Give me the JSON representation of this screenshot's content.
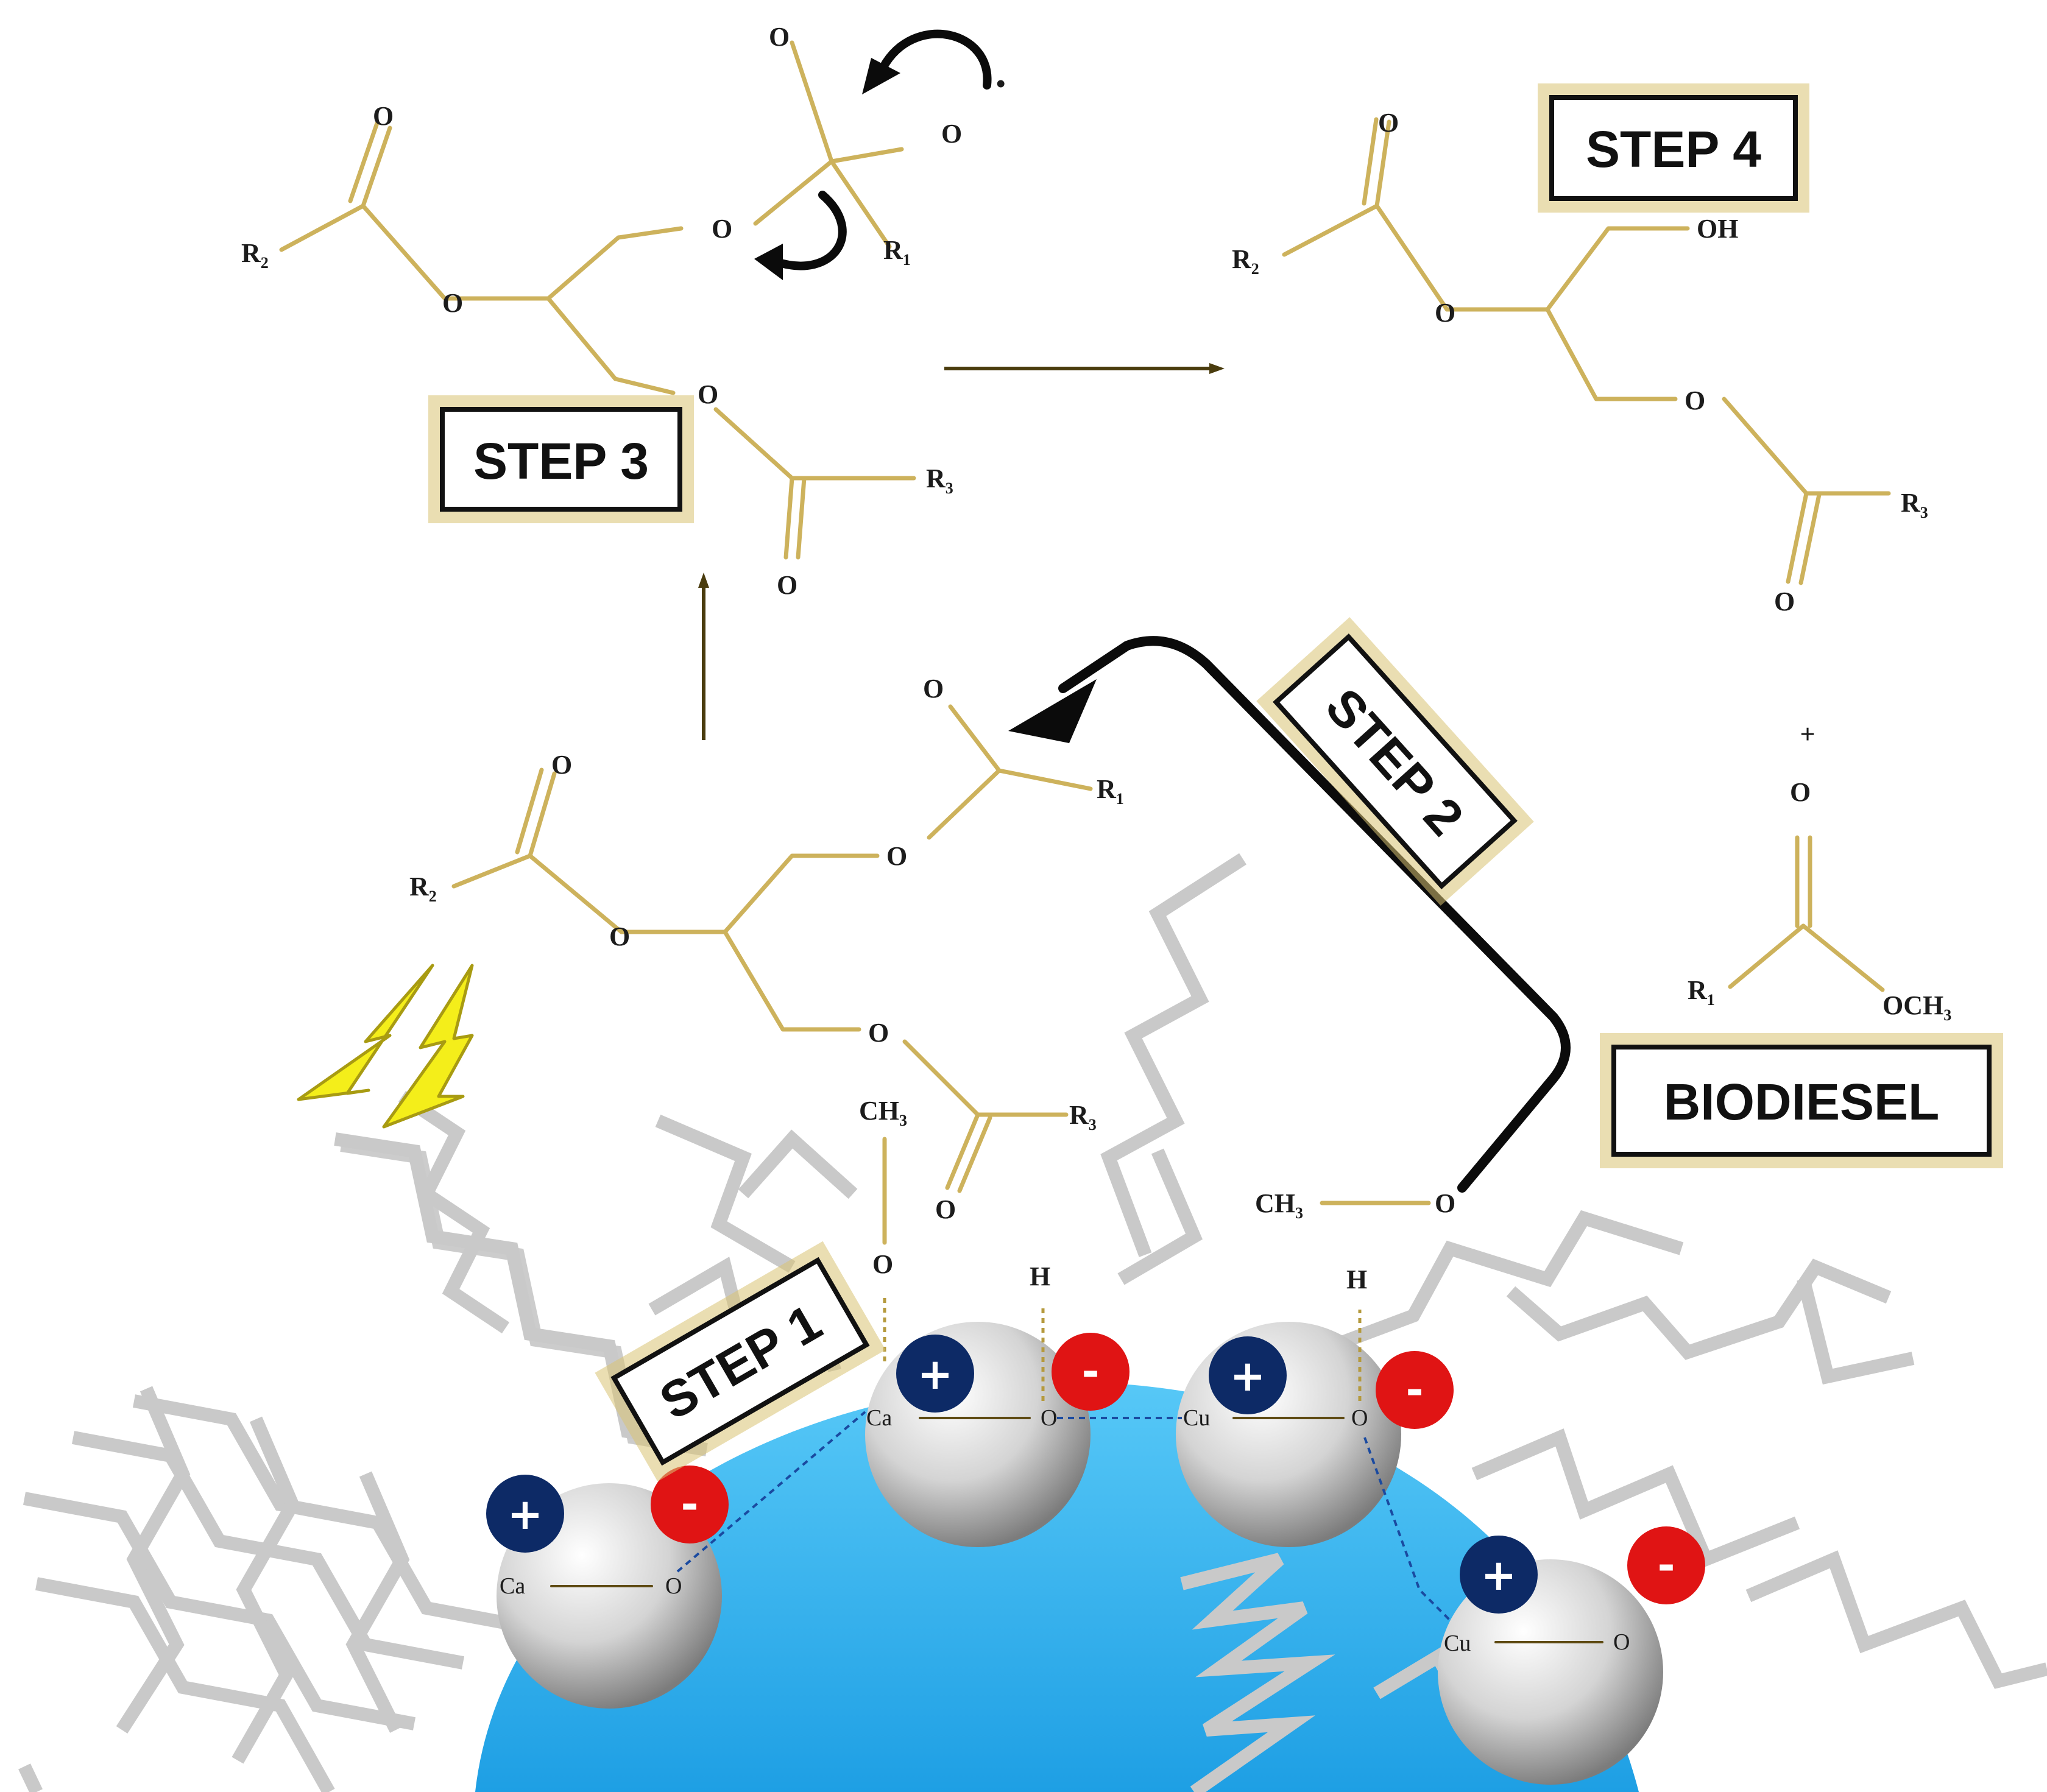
{
  "steps": {
    "step1": "STEP 1",
    "step2": "STEP 2",
    "step3": "STEP 3",
    "step4": "STEP 4",
    "biodiesel": "BIODIESEL"
  },
  "atoms": {
    "oxygen": "O",
    "r1": "R",
    "r2": "R",
    "r3": "R",
    "sub1": "1",
    "sub2": "2",
    "sub3": "3",
    "oh": "OH",
    "ch3": "CH",
    "och3": "OCH",
    "h": "H",
    "ca": "Ca",
    "cu": "Cu",
    "radical": "•"
  },
  "charges": {
    "plus": "+",
    "minus": "-"
  },
  "plus_sign": "+",
  "colors": {
    "bond": "#cdb25c",
    "support": "#36b4ee",
    "positive": "#0d2a66",
    "negative": "#e01414",
    "lightning": "#f4ee1a"
  }
}
